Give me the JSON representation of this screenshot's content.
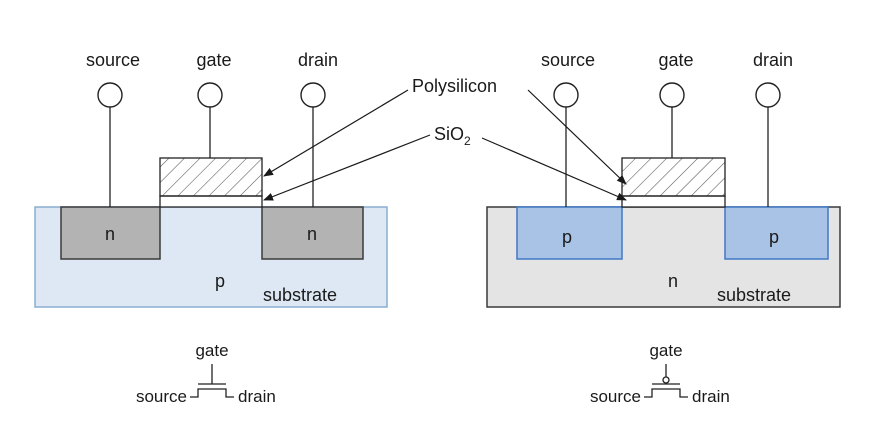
{
  "nmos": {
    "terminals": {
      "source": "source",
      "gate": "gate",
      "drain": "drain"
    },
    "wells": {
      "left": "n",
      "right": "n"
    },
    "body_type": "p",
    "body_label": "substrate",
    "symbol": {
      "gate": "gate",
      "source": "source",
      "drain": "drain"
    },
    "colors": {
      "substrate": "#dde8f4",
      "well": "#b3b3b3"
    }
  },
  "pmos": {
    "terminals": {
      "source": "source",
      "gate": "gate",
      "drain": "drain"
    },
    "wells": {
      "left": "p",
      "right": "p"
    },
    "body_type": "n",
    "body_label": "substrate",
    "symbol": {
      "gate": "gate",
      "source": "source",
      "drain": "drain"
    },
    "colors": {
      "substrate": "#e4e4e4",
      "well": "#a9c3e6"
    }
  },
  "callouts": {
    "polysilicon": "Polysilicon",
    "oxide_main": "SiO",
    "oxide_subscript": "2"
  }
}
